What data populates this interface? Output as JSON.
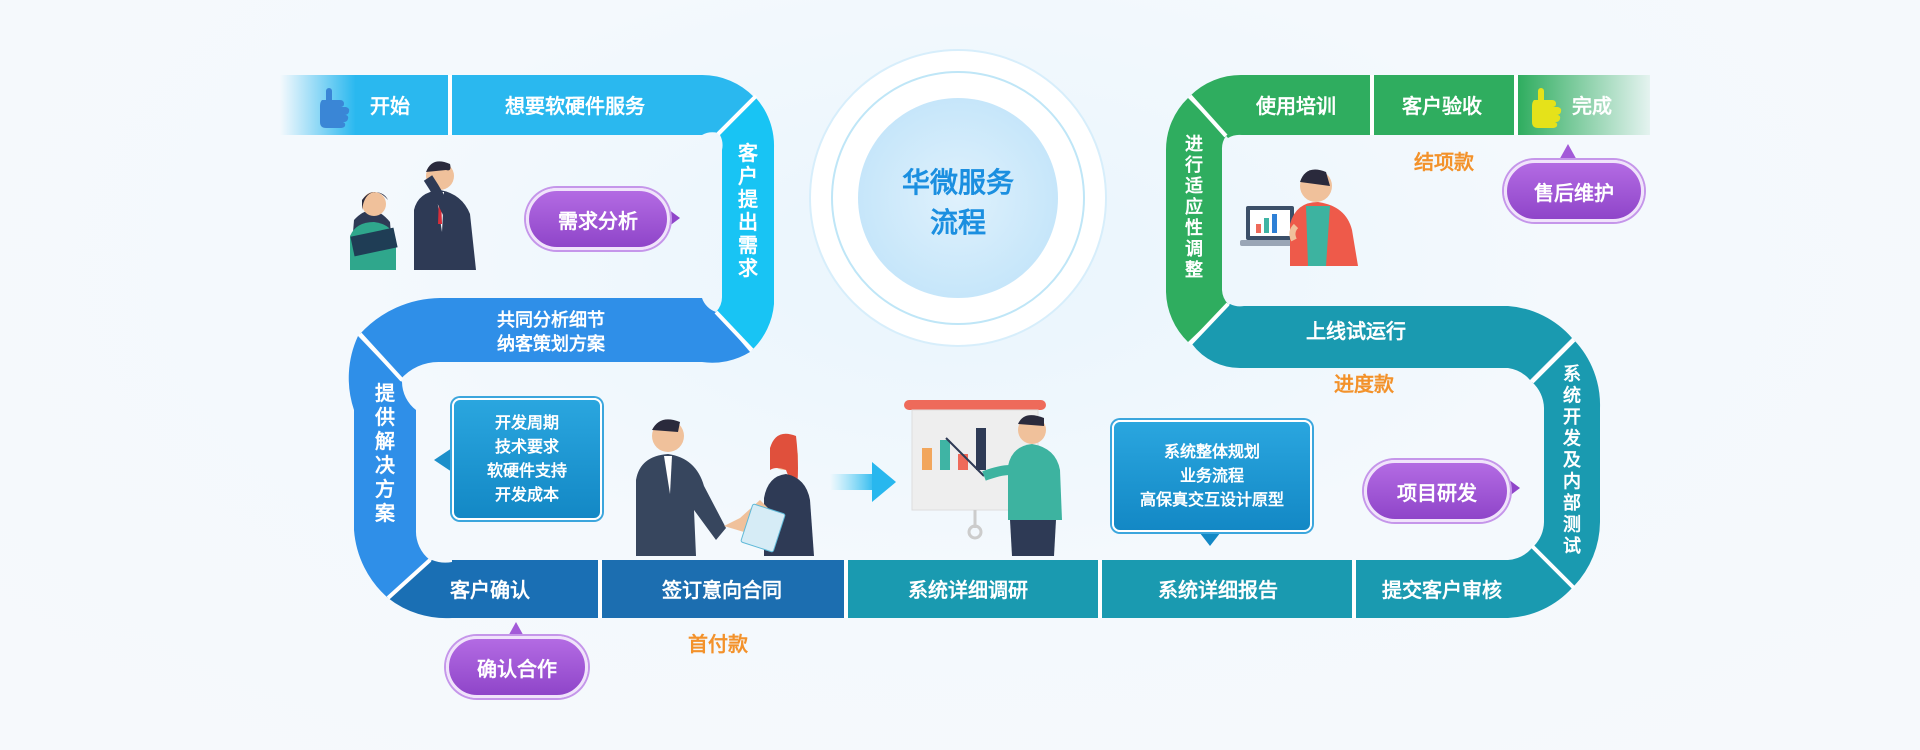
{
  "center": {
    "line1": "华微服务",
    "line2": "流程"
  },
  "steps": {
    "start": "开始",
    "want_service": "想要软硬件服务",
    "raise_needs": "客户提出需求",
    "analyze_line1": "共同分析细节",
    "analyze_line2": "纳客策划方案",
    "provide_solution": "提供解决方案",
    "confirm": "客户确认",
    "sign_intent": "签订意向合同",
    "research": "系统详细调研",
    "report": "系统详细报告",
    "submit_review": "提交客户审核",
    "develop_test": "系统开发及内部测试",
    "trial_run": "上线试运行",
    "adapt": "进行适应性调整",
    "training": "使用培训",
    "acceptance": "客户验收",
    "done": "完成"
  },
  "payments": {
    "first": "首付款",
    "progress": "进度款",
    "final": "结项款"
  },
  "bubbles": {
    "needs_analysis": "需求分析",
    "confirm_coop": "确认合作",
    "project_dev": "项目研发",
    "after_sales": "售后维护"
  },
  "notes": {
    "solution_items": [
      "开发周期",
      "技术要求",
      "软硬件支持",
      "开发成本"
    ],
    "report_items": [
      "系统整体规划",
      "业务流程",
      "高保真交互设计原型"
    ]
  },
  "colors": {
    "light_blue": "#2ab8ef",
    "blue": "#2f8fe8",
    "navy": "#1a6fb4",
    "teal": "#1a9ab0",
    "green": "#2fad5f",
    "purple": "#9b55d3",
    "payment": "#f3922b"
  },
  "icons": {
    "start": "pointing-hand-icon",
    "done": "pointing-hand-icon",
    "arrow": "arrow-right-icon"
  }
}
